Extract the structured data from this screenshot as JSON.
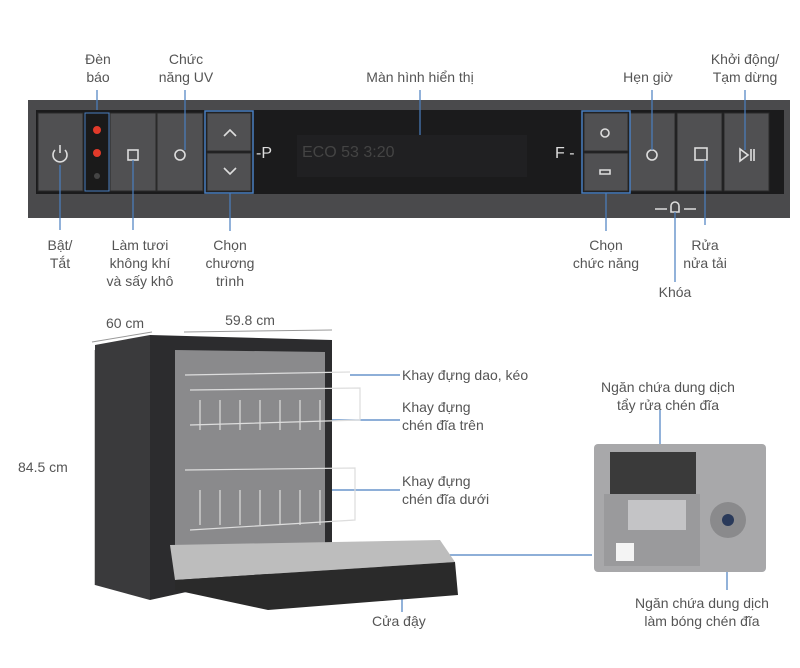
{
  "panel": {
    "display_text": "ECO 53 3:20",
    "p_label": "-P",
    "f_label": "F -",
    "buttons": [
      "power",
      "air-fresh-dry",
      "uv",
      "program-up",
      "program-down",
      "function-1",
      "function-2",
      "timer",
      "half-load",
      "start-pause"
    ]
  },
  "top_labels": {
    "indicator": [
      "Đèn",
      "báo"
    ],
    "uv": [
      "Chức",
      "năng UV"
    ],
    "display": "Màn hình hiển thị",
    "timer": "Hẹn giờ",
    "start": [
      "Khởi động/",
      "Tạm dừng"
    ]
  },
  "bottom_labels": {
    "power": [
      "Bật/",
      "Tắt"
    ],
    "fresh": [
      "Làm tươi",
      "không khí",
      "và sấy khô"
    ],
    "program": [
      "Chọn",
      "chương",
      "trình"
    ],
    "function": [
      "Chọn",
      "chức năng"
    ],
    "halfload": [
      "Rửa",
      "nửa tải"
    ],
    "lock": "Khóa"
  },
  "dimensions": {
    "depth": "60 cm",
    "width": "59.8 cm",
    "height": "84.5 cm"
  },
  "parts": {
    "cutlery": "Khay đựng dao, kéo",
    "upper": [
      "Khay đựng",
      "chén đĩa trên"
    ],
    "lower": [
      "Khay đựng",
      "chén đĩa dưới"
    ],
    "door": "Cửa đậy",
    "detergent": [
      "Ngăn chứa dung dịch",
      "tẩy rửa chén đĩa"
    ],
    "rinse": [
      "Ngăn chứa dung dịch",
      "làm bóng chén đĩa"
    ]
  },
  "colors": {
    "accent": "#4a7fc0",
    "panel": "#3a3a3c",
    "led": "#e23a2a"
  }
}
